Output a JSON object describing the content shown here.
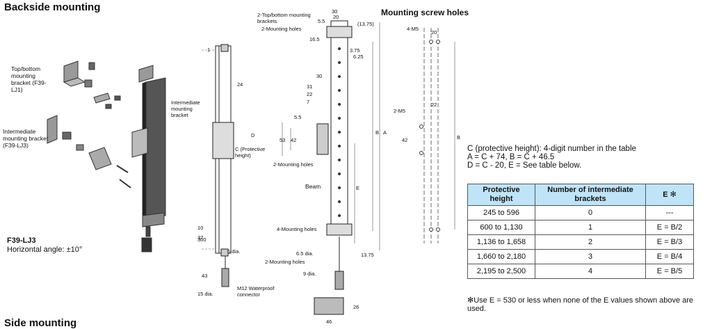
{
  "page": {
    "title": "Backside mounting",
    "mounting_screw_holes_title": "Mounting screw holes",
    "bottom_title": "Side mounting"
  },
  "left_panel": {
    "top_bottom_bracket": "Top/bottom mounting bracket (F39-LJ1)",
    "intermediate_bracket": "Intermediate mounting bracket (F39-LJ3)",
    "model": "F39-LJ3",
    "horizontal_angle": "Horizontal angle: ±10°"
  },
  "side_view": {
    "dims": [
      "1",
      "24",
      "10",
      "37",
      "300",
      "43",
      "15 dia.",
      "6 dia.",
      "D"
    ],
    "intermediate_label": "Intermediate mounting bracket",
    "protective_height_label": "C (Protective height)",
    "m12_label": "M12 Waterproof connector"
  },
  "front_view": {
    "top_labels": [
      "2-Top/bottom mounting brackets",
      "2-Mounting holes"
    ],
    "dims": [
      "30",
      "20",
      "5.5",
      "(13.75)",
      "16.5",
      "3.75",
      "6.25",
      "30",
      "31",
      "22",
      "7",
      "5.5",
      "53",
      "42",
      "B",
      "A",
      "E",
      "6.5 dia.",
      "9 dia.",
      "13.75",
      "46",
      "26"
    ],
    "mounting_holes_middle": "2-Mounting holes",
    "beam": "Beam",
    "mounting_holes_bottom": "4-Mounting holes",
    "mounting_holes_bottom2": "2-Mounting holes"
  },
  "screw_holes": {
    "top": "4-M5",
    "top_dim": "20",
    "mid": "2-M5",
    "dims": [
      "22",
      "42",
      "B"
    ]
  },
  "notes": [
    "C  (protective height): 4-digit number in the table",
    "A = C + 74, B = C + 46.5",
    "D = C - 20, E = See table below."
  ],
  "table": {
    "headers": [
      "Protective height",
      "Number of intermediate brackets",
      "E ✻"
    ],
    "rows": [
      [
        "245  to 596",
        "0",
        "---"
      ],
      [
        "600  to 1,130",
        "1",
        "E = B/2"
      ],
      [
        "1,136  to 1,658",
        "2",
        "E = B/3"
      ],
      [
        "1,660  to 2,180",
        "3",
        "E = B/4"
      ],
      [
        "2,195  to 2,500",
        "4",
        "E = B/5"
      ]
    ]
  },
  "footnote": "✻Use E = 530 or less when none of the E  values shown above are used."
}
